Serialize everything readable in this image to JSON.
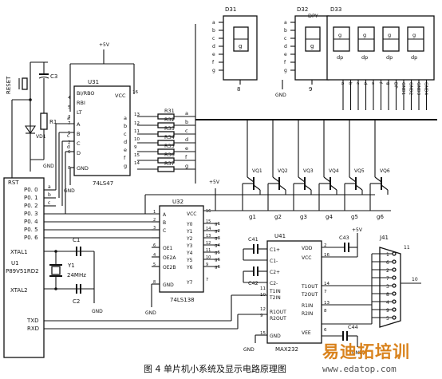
{
  "caption": "图 4  单片机小系统及显示电路原理图",
  "watermark": {
    "text": "易迪拓培训",
    "url": "www.edatop.com"
  },
  "power": {
    "vcc": "+5V",
    "gnd": "GND"
  },
  "mcu": {
    "ref": "U1",
    "part": "P89V51RD2",
    "pins": [
      "RST",
      "P0. 0",
      "P0. 1",
      "P0. 2",
      "P0. 3",
      "P0. 4",
      "P0. 5",
      "P0. 6",
      "XTAL1",
      "XTAL2",
      "TXD",
      "RXD"
    ]
  },
  "reset": {
    "button": "RESET",
    "cap": "C3",
    "res": "R1",
    "diode": "VD1"
  },
  "crystal": {
    "ref": "Y1",
    "freq": "24MHz",
    "c1": "C1",
    "c2": "C2"
  },
  "decoder7seg": {
    "ref": "U31",
    "part": "74LS47",
    "left_pins": [
      "BI/RBO",
      "RBI",
      "LT",
      "A",
      "B",
      "C",
      "D",
      "GND"
    ],
    "left_nums": [
      "4",
      "5",
      "3",
      "7",
      "1",
      "2",
      "6",
      "8"
    ],
    "right_pins": [
      "VCC",
      "a",
      "b",
      "c",
      "d",
      "e",
      "f",
      "g"
    ],
    "right_nums": [
      "16",
      "13",
      "12",
      "11",
      "10",
      "9",
      "15",
      "14"
    ]
  },
  "seg_resistors": [
    "R31",
    "R32",
    "R33",
    "R34",
    "R35",
    "R36",
    "R37"
  ],
  "seg_labels": [
    "a",
    "b",
    "c",
    "d",
    "e",
    "f",
    "g"
  ],
  "displays": [
    {
      "ref": "D31",
      "pin": "8"
    },
    {
      "ref": "D32",
      "label": "DPY",
      "pin": "9"
    },
    {
      "ref": "D33",
      "label": "D33"
    }
  ],
  "display_inner": [
    "g",
    "dp"
  ],
  "d33_pins": [
    "a",
    "b",
    "c",
    "d",
    "e",
    "f",
    "g",
    "DP",
    "GND1",
    "GND2",
    "GND3",
    "GND4"
  ],
  "transistors": [
    "VQ1",
    "VQ2",
    "VQ3",
    "VQ4",
    "VQ5",
    "VQ6"
  ],
  "trans_outputs": [
    "g1",
    "g2",
    "g3",
    "g4",
    "g5",
    "g6"
  ],
  "decoder38": {
    "ref": "U32",
    "part": "74LS138",
    "left_pins": [
      "A",
      "B",
      "C",
      "OE1",
      "OE2A",
      "OE2B",
      "GND"
    ],
    "left_nums": [
      "1",
      "2",
      "3",
      "6",
      "4",
      "5",
      "8"
    ],
    "right_pins": [
      "VCC",
      "Y0",
      "Y1",
      "Y2",
      "Y3",
      "Y4",
      "Y5",
      "Y6",
      "Y7"
    ],
    "right_nums": [
      "16",
      "15",
      "14",
      "13",
      "12",
      "11",
      "10",
      "9",
      "7"
    ]
  },
  "uart": {
    "ref": "U41",
    "part": "MAX232",
    "left_pins": [
      "C1+",
      "C1-",
      "C2+",
      "C2-",
      "T1IN",
      "T2IN",
      "R1OUT",
      "R2OUT",
      "GND"
    ],
    "right_pins": [
      "VDD",
      "VCC",
      "T1OUT",
      "T2OUT",
      "R1IN",
      "R2IN",
      "VEE"
    ],
    "right_nums": [
      "2",
      "16",
      "14",
      "7",
      "13",
      "8",
      "6"
    ],
    "left_nums": [
      "11",
      "10",
      "12",
      "9",
      "15"
    ],
    "caps": [
      "C41",
      "C42",
      "C43",
      "C44"
    ]
  },
  "connector": {
    "ref": "J41",
    "pins": [
      "1",
      "6",
      "2",
      "7",
      "3",
      "8",
      "4",
      "9",
      "5"
    ],
    "shell": [
      "10",
      "11"
    ]
  }
}
